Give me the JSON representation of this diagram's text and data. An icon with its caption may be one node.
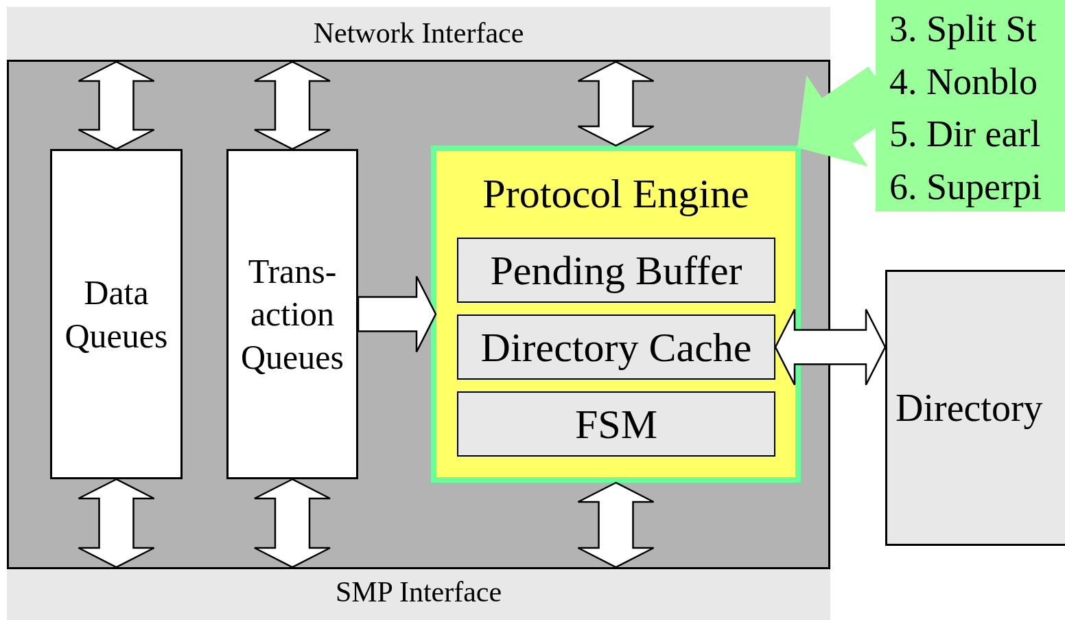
{
  "diagram": {
    "nodes": [
      {
        "text": [],
        "shape": "box"
      },
      {
        "text": [
          "Network Interface"
        ],
        "in": 0
      },
      {
        "text": [
          "Data Queues"
        ],
        "in": 0
      },
      {
        "text": [
          "Trans- action Queues"
        ],
        "in": 0
      },
      {
        "text": [
          "Protocol Engine"
        ],
        "in": 0
      },
      {
        "text": [
          "Pending Buffer"
        ],
        "in": 4
      },
      {
        "text": [
          "Directory Cache"
        ],
        "in": 4
      },
      {
        "text": [
          "FSM"
        ],
        "in": 4
      },
      {
        "text": [
          "SMP Interface"
        ],
        "in": 0
      },
      {
        "text": [
          "3. Split St",
          "4. Nonblo",
          "5. Dir earl",
          "6. Superpi"
        ]
      },
      {
        "text": [
          "Directory"
        ]
      }
    ],
    "edges": [
      {
        "from": 1,
        "to": 2,
        "arrow": "both"
      },
      {
        "from": 1,
        "to": 3,
        "arrow": "both"
      },
      {
        "from": 1,
        "to": 4,
        "arrow": "both"
      },
      {
        "from": 2,
        "to": 8,
        "arrow": "both"
      },
      {
        "from": 3,
        "to": 8,
        "arrow": "both"
      },
      {
        "from": 4,
        "to": 8,
        "arrow": "both"
      },
      {
        "from": 3,
        "to": 4,
        "arrow": "to"
      },
      {
        "from": 6,
        "to": 10,
        "arrow": "both"
      },
      {
        "from": 9,
        "to": 4,
        "arrow": "to",
        "style": "thick",
        "color": "#99ff99"
      }
    ]
  }
}
